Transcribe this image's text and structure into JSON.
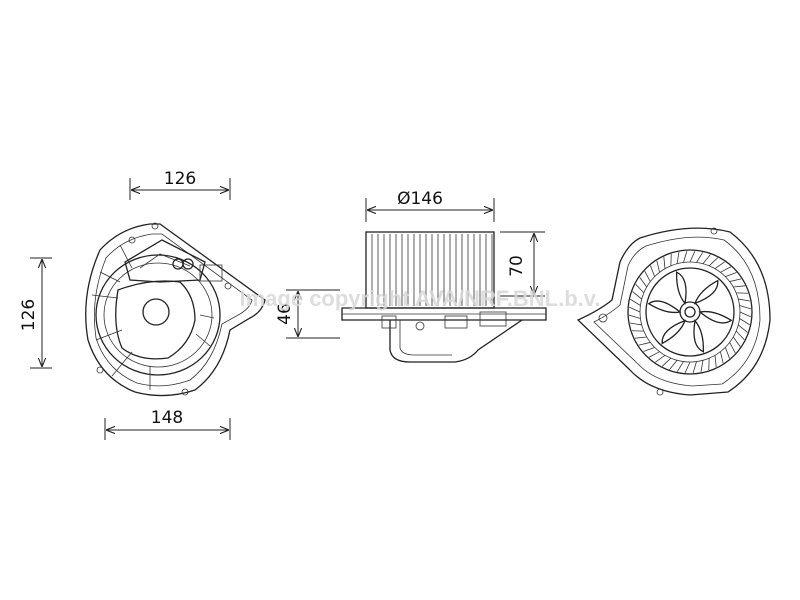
{
  "dimensions": {
    "front_top_width": "126",
    "front_height": "126",
    "front_bottom_width": "148",
    "side_diameter": "Ø146",
    "side_height": "70",
    "side_offset": "46"
  },
  "watermark": "Image copyright AVA/NRF.BNL.b.v."
}
